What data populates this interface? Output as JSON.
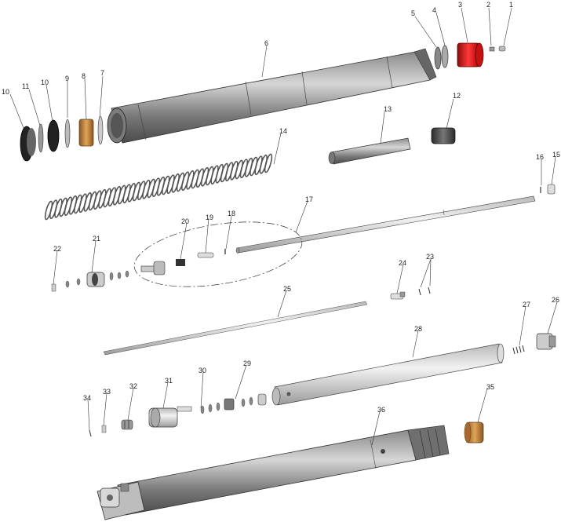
{
  "diagram": {
    "callouts": [
      {
        "id": "c1",
        "label": "1"
      },
      {
        "id": "c2",
        "label": "2"
      },
      {
        "id": "c3",
        "label": "3"
      },
      {
        "id": "c4",
        "label": "4"
      },
      {
        "id": "c5",
        "label": "5"
      },
      {
        "id": "c6",
        "label": "6"
      },
      {
        "id": "c7",
        "label": "7"
      },
      {
        "id": "c8",
        "label": "8"
      },
      {
        "id": "c9",
        "label": "9"
      },
      {
        "id": "c10a",
        "label": "10"
      },
      {
        "id": "c10b",
        "label": "10"
      },
      {
        "id": "c11",
        "label": "11"
      },
      {
        "id": "c12",
        "label": "12"
      },
      {
        "id": "c13",
        "label": "13"
      },
      {
        "id": "c14",
        "label": "14"
      },
      {
        "id": "c15",
        "label": "15"
      },
      {
        "id": "c16",
        "label": "16"
      },
      {
        "id": "c17",
        "label": "17"
      },
      {
        "id": "c18",
        "label": "18"
      },
      {
        "id": "c19",
        "label": "19"
      },
      {
        "id": "c20",
        "label": "20"
      },
      {
        "id": "c21",
        "label": "21"
      },
      {
        "id": "c22",
        "label": "22"
      },
      {
        "id": "c23",
        "label": "23"
      },
      {
        "id": "c24",
        "label": "24"
      },
      {
        "id": "c25",
        "label": "25"
      },
      {
        "id": "c26",
        "label": "26"
      },
      {
        "id": "c27",
        "label": "27"
      },
      {
        "id": "c28",
        "label": "28"
      },
      {
        "id": "c29",
        "label": "29"
      },
      {
        "id": "c30",
        "label": "30"
      },
      {
        "id": "c31",
        "label": "31"
      },
      {
        "id": "c32",
        "label": "32"
      },
      {
        "id": "c33",
        "label": "33"
      },
      {
        "id": "c34",
        "label": "34"
      },
      {
        "id": "c35",
        "label": "35"
      },
      {
        "id": "c36",
        "label": "36"
      }
    ],
    "colors": {
      "tube_dark": "#6f6f6f",
      "tube_mid": "#9a9a9a",
      "tube_light": "#d0d0d0",
      "cap_red": "#d21818",
      "bushing_bronze": "#b57a3c",
      "spring": "#555555",
      "line": "#222222"
    }
  }
}
